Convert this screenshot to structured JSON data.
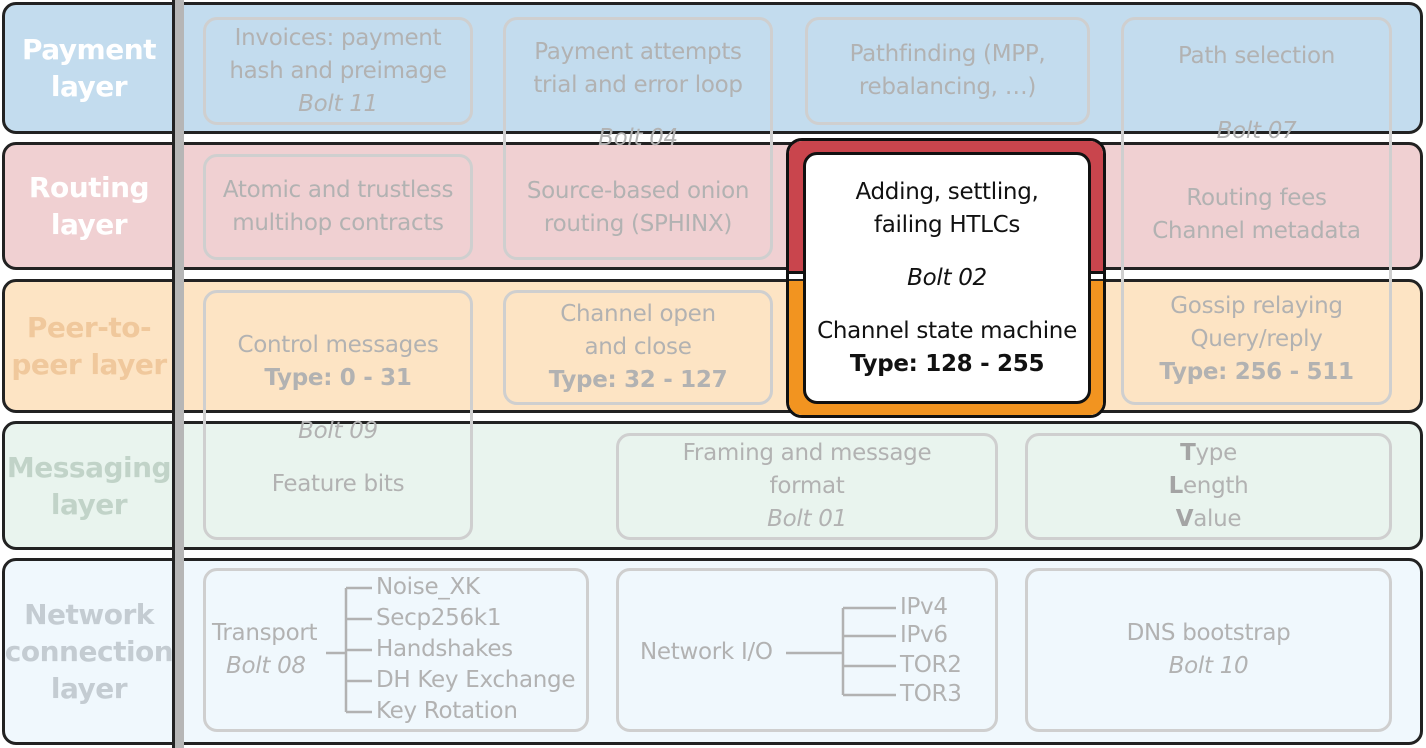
{
  "colors": {
    "payment": "#c3dcee",
    "routing": "#f0d0d2",
    "peer": "#fde4c4",
    "messaging": "#e9f4ee",
    "network": "#f0f8fd",
    "highlight_top": "#c9454d",
    "highlight_bottom": "#f29420"
  },
  "layers": {
    "payment": {
      "label": "Payment\nlayer"
    },
    "routing": {
      "label": "Routing\nlayer"
    },
    "peer": {
      "label": "Peer-to-\npeer layer"
    },
    "messaging": {
      "label": "Messaging\nlayer"
    },
    "network": {
      "label": "Network\nconnection\nlayer"
    }
  },
  "boxes": {
    "invoices": {
      "line1": "Invoices: payment",
      "line2": "hash and preimage",
      "bolt": "Bolt 11"
    },
    "payment_attempts": {
      "line1": "Payment attempts",
      "line2": "trial and error loop",
      "bolt": "Bolt 04",
      "line3": "Source-based onion",
      "line4": "routing (SPHINX)"
    },
    "pathfinding": {
      "line1": "Pathfinding (MPP,",
      "line2": "rebalancing, …)"
    },
    "path_selection": {
      "line1": "Path selection",
      "bolt": "Bolt 07",
      "line2": "Routing fees",
      "line3": "Channel metadata",
      "line4": "Gossip relaying",
      "line5": "Query/reply",
      "type": "Type: 256 - 511"
    },
    "atomic": {
      "line1": "Atomic and trustless",
      "line2": "multihop contracts"
    },
    "htlc": {
      "line1": "Adding, settling,",
      "line2": "failing HTLCs",
      "bolt": "Bolt 02",
      "line3": "Channel state machine",
      "type": "Type: 128 - 255"
    },
    "control": {
      "line1": "Control messages",
      "type": "Type: 0 - 31",
      "bolt": "Bolt 09",
      "line2": "Feature bits"
    },
    "channel_open": {
      "line1": "Channel open",
      "line2": "and close",
      "type": "Type: 32 - 127"
    },
    "framing": {
      "line1": "Framing and message",
      "line2": "format",
      "bolt": "Bolt 01"
    },
    "tlv": {
      "t_initial": "T",
      "t_rest": "ype",
      "l_initial": "L",
      "l_rest": "ength",
      "v_initial": "V",
      "v_rest": "alue"
    },
    "transport": {
      "label": "Transport",
      "bolt": "Bolt 08",
      "items": [
        "Noise_XK",
        "Secp256k1",
        "Handshakes",
        "DH Key Exchange",
        "Key Rotation"
      ]
    },
    "network_io": {
      "label": "Network I/O",
      "items": [
        "IPv4",
        "IPv6",
        "TOR2",
        "TOR3"
      ]
    },
    "dns": {
      "line1": "DNS bootstrap",
      "bolt": "Bolt 10"
    }
  }
}
